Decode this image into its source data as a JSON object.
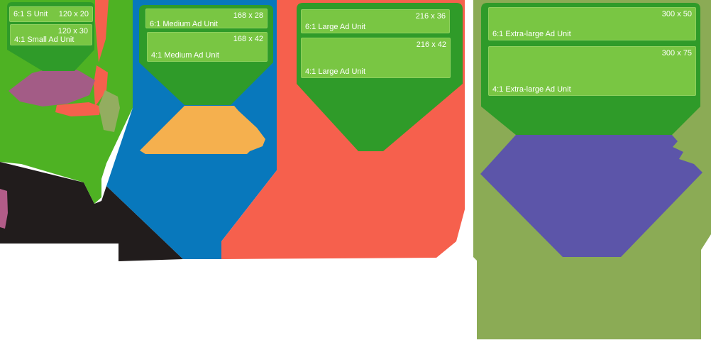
{
  "colors": {
    "canvas": "#ffffff",
    "black_shape": "#211c1c",
    "magenta_shape": "#b25c88",
    "green_group": "#4eb223",
    "blue_group": "#0878bc",
    "red_group": "#f6604d",
    "olive_group": "#8bab55",
    "funnel_dark": "#2f9b29",
    "unit_box": "#79c643",
    "unit_box_border": "#8ed05e",
    "unit_text": "#ffffff",
    "purple_blob": "#a35c86",
    "olive_blob": "#93ad60",
    "orange_blob": "#f5b04e",
    "slate_blob": "#5c55a9",
    "red_blob": "#f6604d"
  },
  "groups": [
    {
      "units": [
        {
          "label": "6:1 S Unit",
          "size": "120 x 20"
        },
        {
          "label": "4:1 Small Ad Unit",
          "size": "120 x 30"
        }
      ]
    },
    {
      "units": [
        {
          "label": "6:1 Medium Ad Unit",
          "size": "168 x 28"
        },
        {
          "label": "4:1 Medium Ad Unit",
          "size": "168 x 42"
        }
      ]
    },
    {
      "units": [
        {
          "label": "6:1 Large Ad Unit",
          "size": "216 x 36"
        },
        {
          "label": "4:1 Large Ad Unit",
          "size": "216 x 42"
        }
      ]
    },
    {
      "units": [
        {
          "label": "6:1 Extra-large Ad Unit",
          "size": "300 x 50"
        },
        {
          "label": "4:1 Extra-large Ad Unit",
          "size": "300 x 75"
        }
      ]
    }
  ]
}
